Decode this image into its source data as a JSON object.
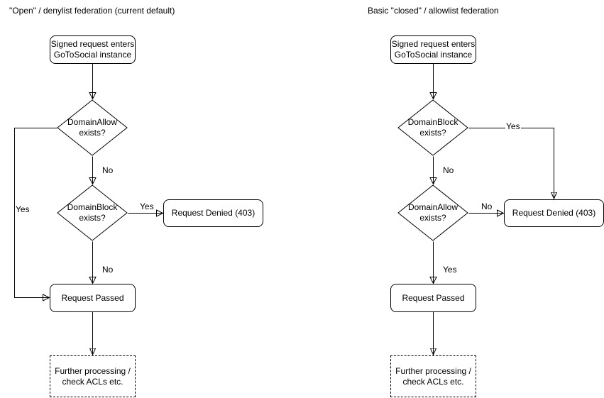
{
  "colors": {
    "stroke": "#000000",
    "node_fill": "#ffffff",
    "text": "#000000",
    "background": "#ffffff"
  },
  "left_chart": {
    "title": "\"Open\" / denylist federation (current default)",
    "start": "Signed request enters\nGoToSocial instance",
    "decision1": "DomainAllow\nexists?",
    "decision2": "DomainBlock\nexists?",
    "denied": "Request Denied (403)",
    "passed": "Request Passed",
    "further": "Further processing /\ncheck ACLs etc.",
    "labels": {
      "decision1_yes": "Yes",
      "decision1_no": "No",
      "decision2_yes": "Yes",
      "decision2_no": "No"
    }
  },
  "right_chart": {
    "title": "Basic \"closed\" / allowlist federation",
    "start": "Signed request enters\nGoToSocial instance",
    "decision1": "DomainBlock\nexists?",
    "decision2": "DomainAllow\nexists?",
    "denied": "Request Denied (403)",
    "passed": "Request Passed",
    "further": "Further processing /\ncheck ACLs etc.",
    "labels": {
      "decision1_yes": "Yes",
      "decision1_no": "No",
      "decision2_no": "No",
      "decision2_yes": "Yes"
    }
  }
}
